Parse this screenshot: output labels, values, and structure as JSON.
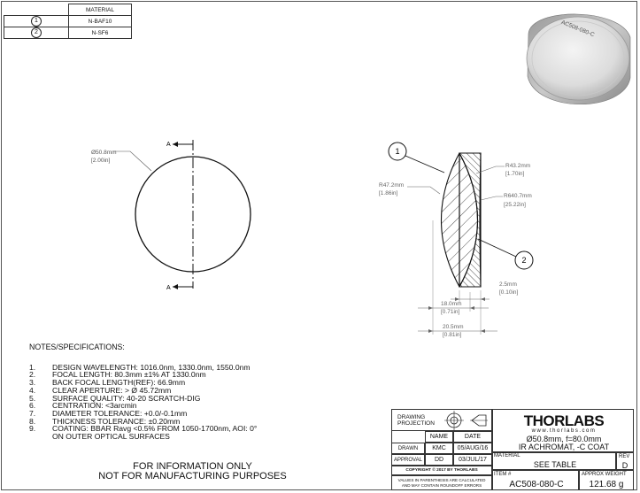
{
  "material_table": {
    "header": "MATERIAL",
    "rows": [
      {
        "id": "1",
        "material": "N-BAF10"
      },
      {
        "id": "2",
        "material": "N-SF6"
      }
    ]
  },
  "front_view": {
    "section_mark": "A",
    "diameter_mm": "Ø50.8mm",
    "diameter_in": "[2.00in]"
  },
  "section_view": {
    "balloon_1": "1",
    "balloon_2": "2",
    "r1_mm": "R47.2mm",
    "r1_in": "[1.86in]",
    "r2_mm": "R43.2mm",
    "r2_in": "[1.70in]",
    "r3_mm": "R640.7mm",
    "r3_in": "[25.22in]",
    "edge_mm": "2.5mm",
    "edge_in": "[0.10in]",
    "t1_mm": "18.0mm",
    "t1_in": "[0.71in]",
    "t2_mm": "20.5mm",
    "t2_in": "[0.81in]"
  },
  "product_render": {
    "engraving": "AC508-080-C"
  },
  "notes": {
    "title": "NOTES/SPECIFICATIONS:",
    "items": [
      {
        "n": "1.",
        "text": "DESIGN WAVELENGTH: 1016.0nm, 1330.0nm, 1550.0nm"
      },
      {
        "n": "2.",
        "text": "FOCAL LENGTH: 80.3mm ±1% AT 1330.0nm"
      },
      {
        "n": "3.",
        "text": "BACK FOCAL LENGTH(REF): 66.9mm"
      },
      {
        "n": "4.",
        "text": "CLEAR APERTURE: > Ø 45.72mm"
      },
      {
        "n": "5.",
        "text": "SURFACE QUALITY: 40-20 SCRATCH-DIG"
      },
      {
        "n": "6.",
        "text": "CENTRATION: <3arcmin"
      },
      {
        "n": "7.",
        "text": "DIAMETER TOLERANCE: +0.0/-0.1mm"
      },
      {
        "n": "8.",
        "text": "THICKNESS TOLERANCE: ±0.20mm"
      },
      {
        "n": "9.",
        "text": "COATING: BBAR Ravg <0.5% FROM 1050-1700nm, AOI: 0°"
      },
      {
        "n": "",
        "text": "ON OUTER OPTICAL SURFACES"
      }
    ]
  },
  "disclaimer": {
    "line1": "FOR INFORMATION ONLY",
    "line2": "NOT FOR MANUFACTURING PURPOSES"
  },
  "title_block": {
    "projection_label": "DRAWING PROJECTION",
    "name_header": "NAME",
    "date_header": "DATE",
    "drawn_label": "DRAWN",
    "drawn_name": "KMC",
    "drawn_date": "05/AUG/16",
    "approval_label": "APPROVAL",
    "approval_name": "DD",
    "approval_date": "03/JUL/17",
    "copyright": "COPYRIGHT © 2017 BY THORLABS",
    "fine_print_1": "VALUES IN PARENTHESIS ARE CALCULATED",
    "fine_print_2": "AND MAY CONTAIN ROUNDOFF ERRORS",
    "logo": "THORLABS",
    "website": "www.thorlabs.com",
    "description_1": "Ø50.8mm, f=80.0mm",
    "description_2": "IR ACHROMAT, -C COAT",
    "material_label": "MATERIAL",
    "material_value": "SEE TABLE",
    "rev_label": "REV",
    "rev_value": "D",
    "item_label": "ITEM #",
    "item_value": "AC508-080-C",
    "weight_label": "APPROX WEIGHT",
    "weight_value": "121.68 g"
  }
}
